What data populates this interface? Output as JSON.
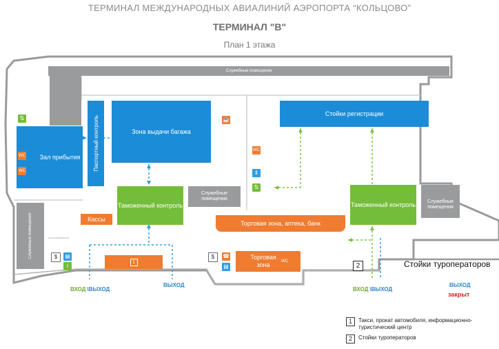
{
  "header": {
    "title": "ТЕРМИНАЛ МЕЖДУНАРОДНЫХ АВИАЛИНИЙ АЭРОПОРТА “КОЛЬЦОВО”",
    "subtitle": "ТЕРМИНАЛ \"В\"",
    "floor": "План 1 этажа"
  },
  "zones": {
    "service_top": "Служебные помещения",
    "arrival_hall": "Зал прибытия",
    "passport_control": "Паспортный контроль",
    "baggage_claim": "Зона выдачи багажа",
    "customs_left": "Таможенный контроль",
    "service_mid": "Служебные помещения",
    "checkin": "Стойки регистрации",
    "customs_right": "Таможенный контроль",
    "service_right": "Служебные помещения",
    "service_left_vertical": "Служебные помещения",
    "cashier": "Кассы",
    "shopping": "Торговая зона, аптека, банк",
    "shop_zone": "Торговая зона",
    "tour_desks_label": "Стойки туроператоров"
  },
  "markers": {
    "one": "1",
    "two": "2"
  },
  "exits": {
    "entry_exit_1": "ВХОД",
    "entry_exit_1b": "ВЫХОД",
    "exit_2": "ВЫХОД",
    "entry_exit_3": "ВХОД",
    "entry_exit_3b": "ВЫХОД",
    "exit_4": "ВЫХОД",
    "closed": "закрыт"
  },
  "legend": [
    {
      "num": "1",
      "text": "Такси, прокат автомобиля, информационно-туристический центр"
    },
    {
      "num": "2",
      "text": "Стойки туроператоров"
    }
  ],
  "icons": {
    "wc": "WC",
    "dollar": "$",
    "phone": "☎"
  },
  "colors": {
    "blue": "#1b8dd8",
    "green": "#74bd3a",
    "gray": "#9a9b9d",
    "orange": "#ef7c30"
  }
}
